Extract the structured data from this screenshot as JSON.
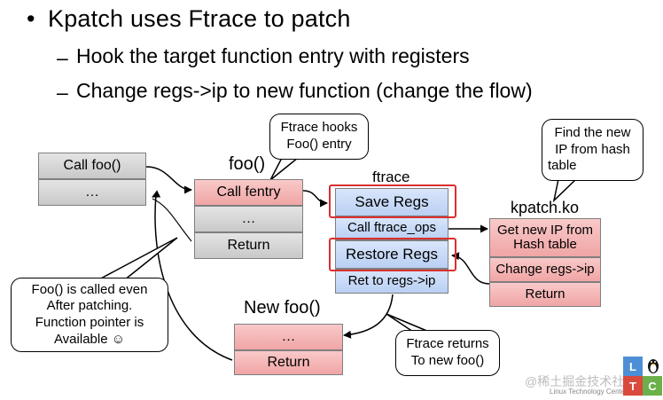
{
  "bullet": "•",
  "title": "Kpatch uses Ftrace to patch",
  "subpoints": [
    "Hook the target function entry with registers",
    "Change regs->ip to new function (change the flow)"
  ],
  "dash": "–",
  "caller": {
    "call": "Call foo()",
    "dots": "…"
  },
  "foo": {
    "title": "foo()",
    "call_fentry": "Call fentry",
    "dots": "…",
    "ret": "Return"
  },
  "ftrace": {
    "title": "ftrace",
    "save": "Save Regs",
    "call_ops": "Call ftrace_ops",
    "restore": "Restore Regs",
    "ret_regs": "Ret to regs->ip"
  },
  "kpatch": {
    "title": "kpatch.ko",
    "get_ip_1": "Get new IP from",
    "get_ip_2": "Hash table",
    "change": "Change regs->ip",
    "ret": "Return"
  },
  "newfoo": {
    "title": "New foo()",
    "dots": "…",
    "ret": "Return"
  },
  "callouts": {
    "hooks": [
      "Ftrace hooks",
      "Foo() entry"
    ],
    "findip": [
      "Find the new",
      "IP from hash",
      "table"
    ],
    "called": [
      "Foo() is called even",
      "After patching.",
      "Function pointer is",
      "Available ☺"
    ],
    "returns": [
      "Ftrace returns",
      "To new foo()"
    ]
  },
  "watermark": {
    "juejin": "@稀土掘金技术社区",
    "center": "Linux Technology Center",
    "logo_letters": [
      "L",
      "T",
      "C"
    ]
  },
  "colors": {
    "gray": "#d6d6d6",
    "pink": "#f4b4b4",
    "blue": "#c9dbf7",
    "highlight": "#d9302f"
  }
}
